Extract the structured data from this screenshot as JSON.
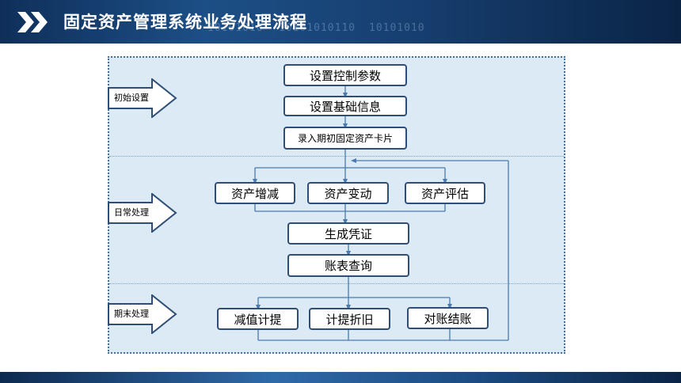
{
  "header": {
    "title": "固定资产管理系统业务处理流程",
    "binary_1": "10101010",
    "binary_2": "10101010110",
    "binary_3": "10101010"
  },
  "phases": {
    "init": "初始设置",
    "daily": "日常处理",
    "period_end": "期末处理"
  },
  "nodes": {
    "set_control_params": "设置控制参数",
    "set_basic_info": "设置基础信息",
    "enter_initial_cards": "录入期初固定资产卡片",
    "asset_increase_decrease": "资产增减",
    "asset_change": "资产变动",
    "asset_evaluation": "资产评估",
    "generate_voucher": "生成凭证",
    "query_reports": "账表查询",
    "impairment_provision": "减值计提",
    "depreciation": "计提折旧",
    "reconcile_close": "对账结账"
  },
  "colors": {
    "header_dark": "#0f2f5a",
    "panel_bg": "#dbeaf5",
    "node_border": "#2e4e75",
    "arrow": "#4a7ab0"
  }
}
